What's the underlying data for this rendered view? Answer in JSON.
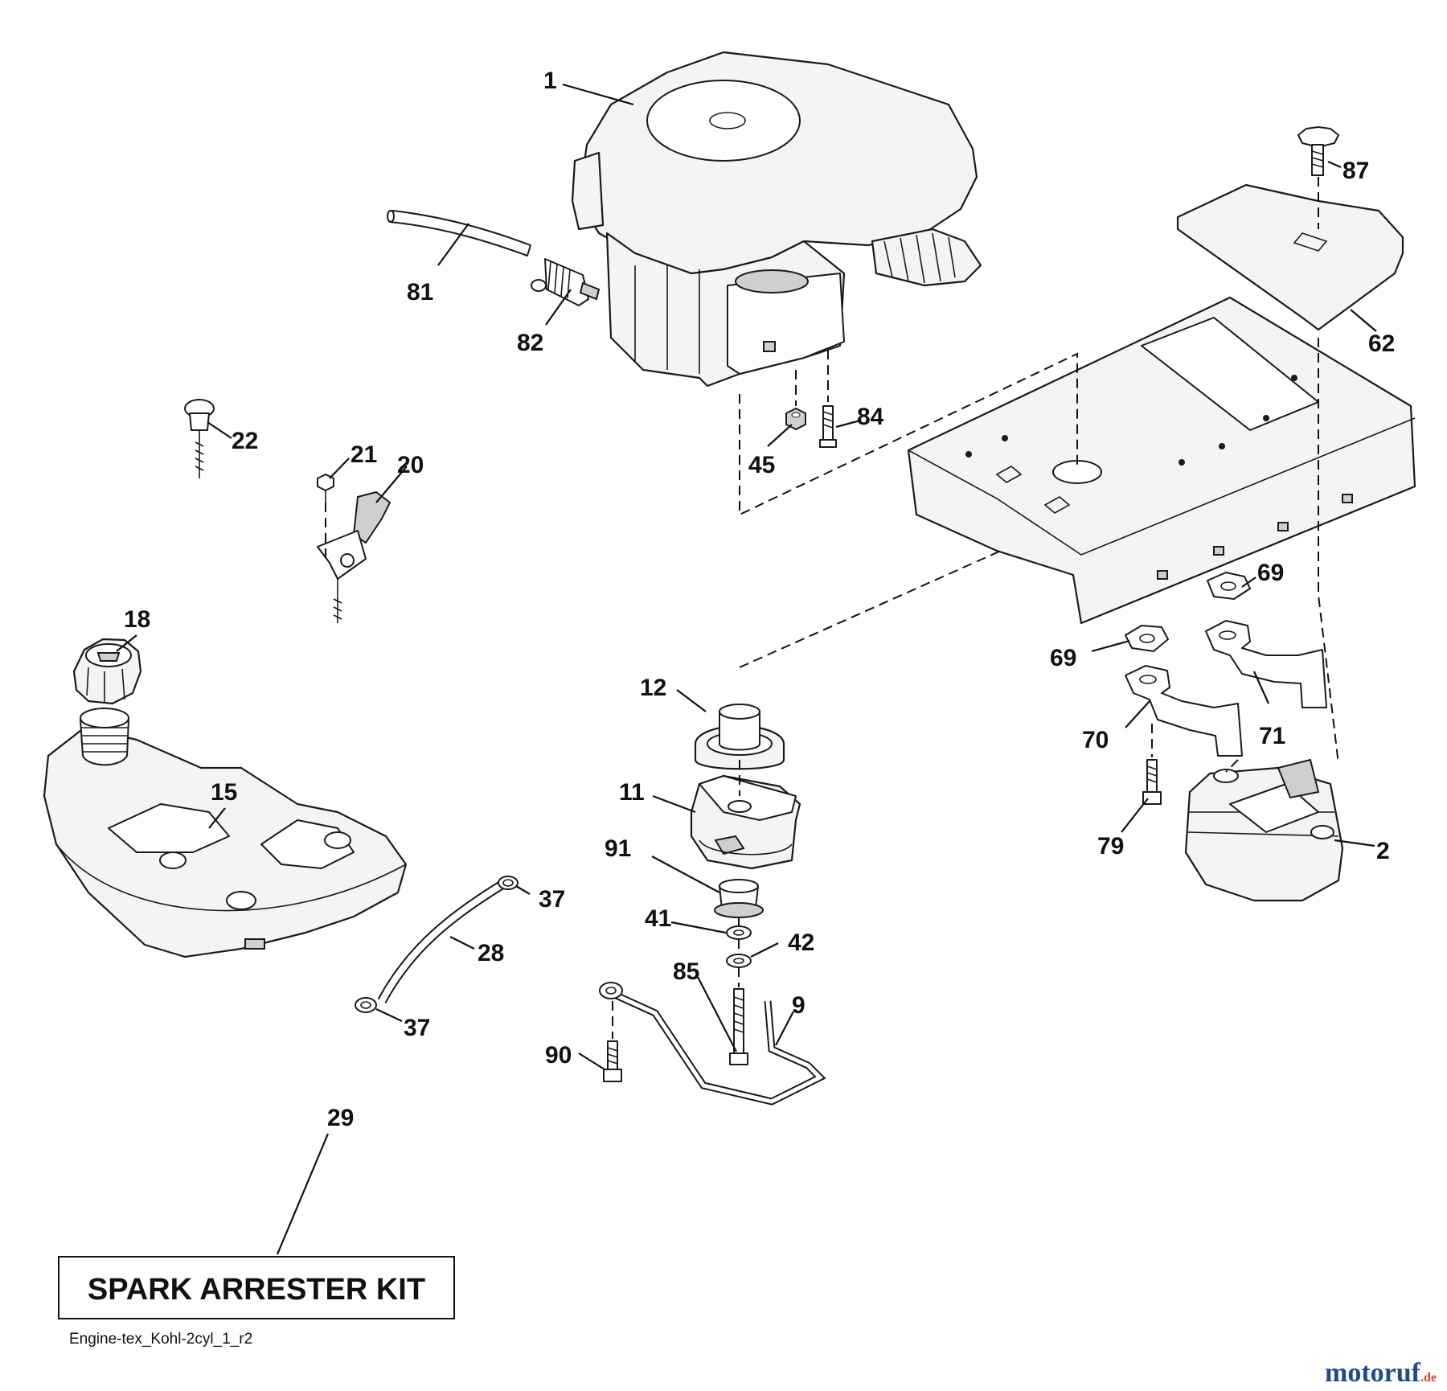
{
  "callouts": {
    "c1": "1",
    "c87": "87",
    "c81": "81",
    "c82": "82",
    "c62": "62",
    "c84": "84",
    "c45": "45",
    "c22": "22",
    "c21": "21",
    "c20": "20",
    "c18": "18",
    "c69a": "69",
    "c69b": "69",
    "c12": "12",
    "c70": "70",
    "c71": "71",
    "c15": "15",
    "c11": "11",
    "c79": "79",
    "c91": "91",
    "c2": "2",
    "c37a": "37",
    "c41": "41",
    "c42": "42",
    "c28": "28",
    "c85": "85",
    "c9": "9",
    "c37b": "37",
    "c90": "90",
    "c29": "29"
  },
  "kit_label": "SPARK ARRESTER KIT",
  "caption": "Engine-tex_Kohl-2cyl_1_r2",
  "logo": {
    "main": "motoruf",
    "suffix": ".de",
    "colors": {
      "primary": "#1e4b8c",
      "accent": "#d9412b"
    }
  }
}
